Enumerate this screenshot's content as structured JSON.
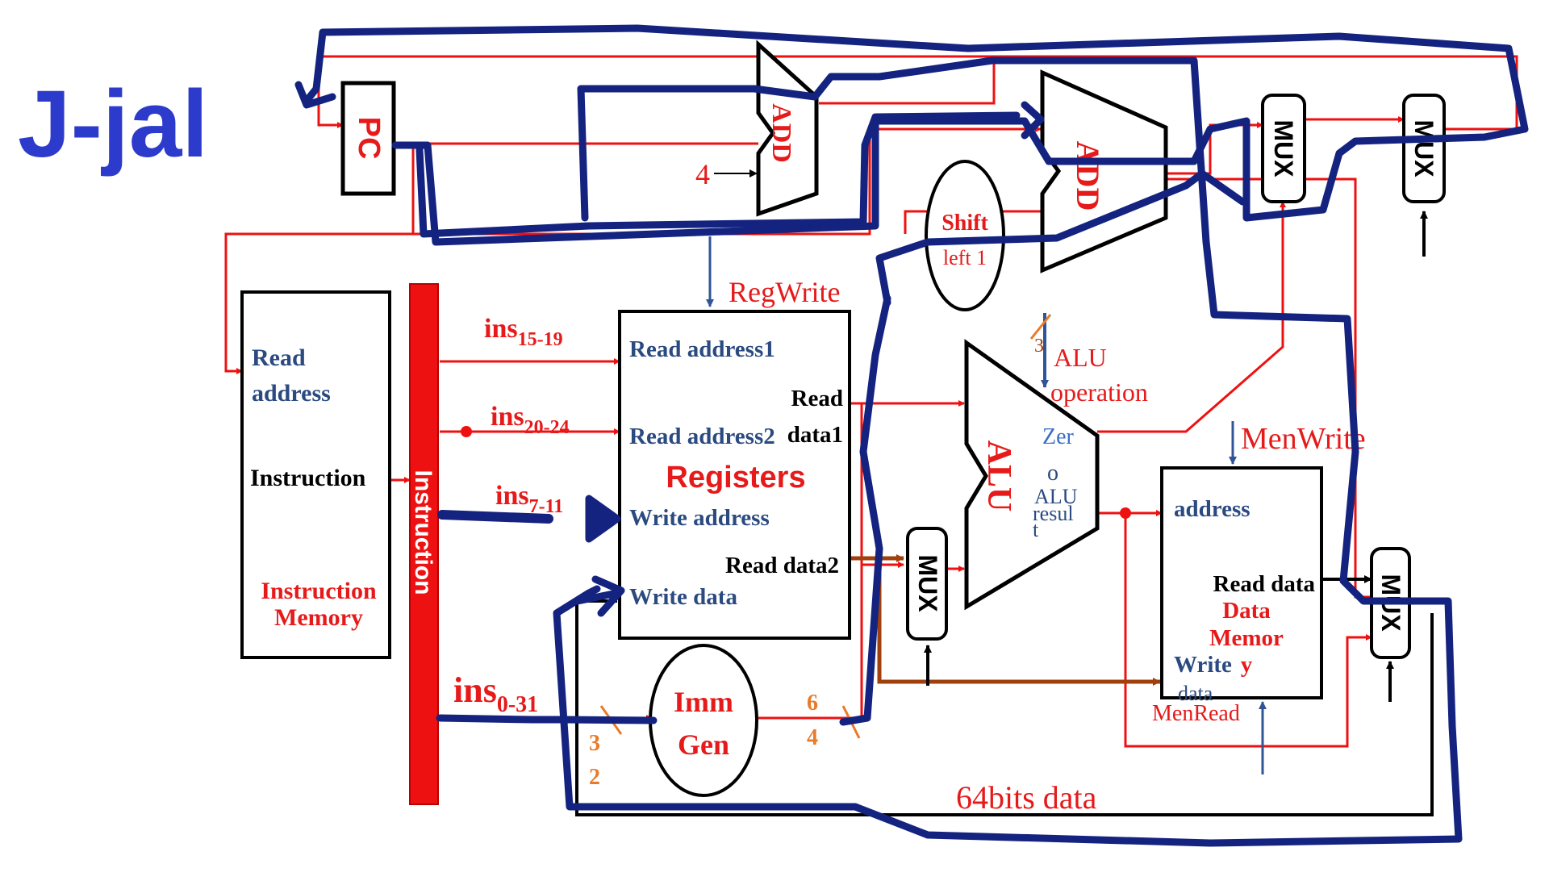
{
  "title": "J-jal",
  "blocks": {
    "pc": "PC",
    "add_top": "ADD",
    "add_branch": "ADD",
    "four": "4",
    "shift_line1": "Shift",
    "shift_line2": "left 1",
    "mux_a": "MUX",
    "mux_b": "MUX",
    "mux_alu": "MUX",
    "mux_mem": "MUX",
    "alu": "ALU",
    "imm_line1": "Imm",
    "imm_line2": "Gen",
    "instruction_bar": "Instruction"
  },
  "instruction_memory": {
    "read": "Read",
    "address": "address",
    "instruction": "Instruction",
    "name1": "Instruction",
    "name2": "Memory"
  },
  "registers": {
    "name": "Registers",
    "read_address1": "Read address1",
    "read_address2": "Read address2",
    "write_address": "Write address",
    "write_data": "Write data",
    "read_data1_line1": "Read",
    "read_data1_line2": "data1",
    "read_data2": "Read data2"
  },
  "fields": {
    "ins_15_19": {
      "base": "ins",
      "sub": "15-19"
    },
    "ins_20_24": {
      "base": "ins",
      "sub": "20-24"
    },
    "ins_7_11": {
      "base": "ins",
      "sub": "7-11"
    },
    "ins_0_31": {
      "base": "ins",
      "sub": "0-31"
    }
  },
  "control": {
    "regwrite": "RegWrite",
    "alu_op_num": "3",
    "alu_op_line1": "ALU",
    "alu_op_line2": "operation",
    "memwrite": "MenWrite",
    "memread": "MenRead"
  },
  "alu_outputs": {
    "zero_line1": "Zer",
    "zero_line2": "o",
    "result_line1": "ALU",
    "result_line2": "resul",
    "result_line3": "t"
  },
  "data_memory": {
    "address": "address",
    "read_data": "Read data",
    "name1": "Data",
    "name2": "Memor",
    "name3": "y",
    "write_line1": "Write",
    "write_line2": "data"
  },
  "widths": {
    "w32_a": "3",
    "w32_b": "2",
    "w64_a": "6",
    "w64_b": "4"
  },
  "bottom_label": "64bits data",
  "colors": {
    "title": "#2d3bcc",
    "wire_red": "#ee1111",
    "label_red": "#e61a1a",
    "label_navy": "#2a4a80",
    "brown": "#a0410d",
    "highlight": "#14237f",
    "control_blue": "#2f5597"
  }
}
